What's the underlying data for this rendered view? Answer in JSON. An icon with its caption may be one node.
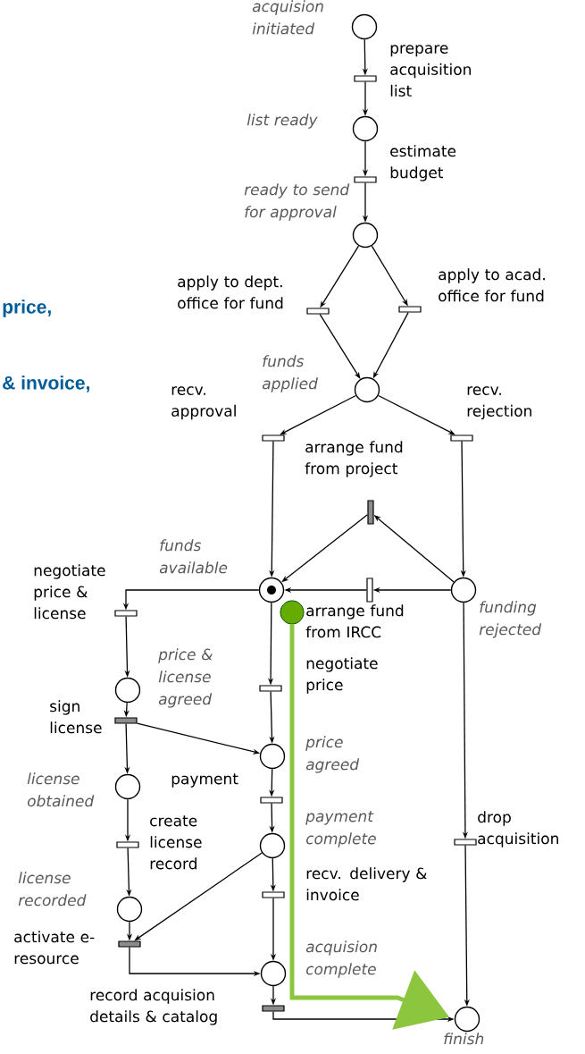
{
  "diagram": {
    "nodes": [
      {
        "text": [],
        "shape": "circle",
        "beside": [
          "acquision initiated"
        ]
      },
      {
        "text": [],
        "shape": "bar",
        "beside": [
          "prepare acquisition list"
        ]
      },
      {
        "text": [],
        "shape": "circle",
        "beside": [
          "list ready"
        ]
      },
      {
        "text": [],
        "shape": "bar",
        "beside": [
          "estimate budget"
        ]
      },
      {
        "text": [],
        "shape": "circle",
        "beside": [
          "ready to send for approval"
        ]
      },
      {
        "text": [],
        "shape": "bar",
        "beside": [
          "apply to dept. office for fund"
        ]
      },
      {
        "text": [],
        "shape": "bar",
        "beside": [
          "apply to acad. office for fund"
        ]
      },
      {
        "text": [],
        "shape": "circle",
        "beside": [
          "funds applied"
        ]
      },
      {
        "text": [],
        "shape": "bar",
        "beside": [
          "recv. approval"
        ]
      },
      {
        "text": [],
        "shape": "bar",
        "beside": [
          "recv. rejection"
        ]
      },
      {
        "text": [],
        "shape": "bar",
        "beside": [
          "arrange fund from project"
        ]
      },
      {
        "text": [],
        "shape": "circle",
        "beside": [
          "funds available"
        ]
      },
      {
        "text": [],
        "shape": "bar",
        "beside": [
          "arrange fund from IRCC"
        ]
      },
      {
        "text": [],
        "shape": "circle",
        "beside": [
          "funding rejected"
        ]
      },
      {
        "text": [],
        "shape": "bar",
        "beside": [
          "negotiate price & license"
        ]
      },
      {
        "text": [],
        "shape": "bar",
        "beside": [
          "negotiate price"
        ]
      },
      {
        "text": [],
        "shape": "circle",
        "beside": [
          "price & license agreed"
        ]
      },
      {
        "text": [],
        "shape": "bar",
        "beside": [
          "sign license"
        ]
      },
      {
        "text": [],
        "shape": "circle",
        "beside": [
          "price agreed"
        ]
      },
      {
        "text": [],
        "shape": "circle",
        "beside": [
          "license obtained"
        ]
      },
      {
        "text": [],
        "shape": "bar",
        "beside": [
          "payment"
        ]
      },
      {
        "text": [],
        "shape": "bar",
        "beside": [
          "create license record"
        ]
      },
      {
        "text": [],
        "shape": "circle",
        "beside": [
          "payment complete"
        ]
      },
      {
        "text": [],
        "shape": "bar",
        "beside": [
          "drop acquisition"
        ]
      },
      {
        "text": [],
        "shape": "bar",
        "beside": [
          "recv. delivery & invoice"
        ]
      },
      {
        "text": [],
        "shape": "circle",
        "beside": [
          "license recorded"
        ]
      },
      {
        "text": [],
        "shape": "bar",
        "beside": [
          "activate e-resource"
        ]
      },
      {
        "text": [],
        "shape": "circle",
        "beside": [
          "acquision complete"
        ]
      },
      {
        "text": [],
        "shape": "bar",
        "beside": [
          "record acquision details & catalog"
        ]
      },
      {
        "text": [],
        "shape": "circle",
        "beside": [
          "finish"
        ]
      },
      {
        "text": [],
        "shape": "circle"
      }
    ],
    "edges": [
      {
        "from": 0,
        "to": 1,
        "arrow": "to"
      },
      {
        "from": 1,
        "to": 2,
        "arrow": "to"
      },
      {
        "from": 2,
        "to": 3,
        "arrow": "to"
      },
      {
        "from": 3,
        "to": 4,
        "arrow": "to"
      },
      {
        "from": 4,
        "to": 5,
        "arrow": "to"
      },
      {
        "from": 4,
        "to": 6,
        "arrow": "to"
      },
      {
        "from": 5,
        "to": 7,
        "arrow": "to"
      },
      {
        "from": 6,
        "to": 7,
        "arrow": "to"
      },
      {
        "from": 7,
        "to": 8,
        "arrow": "to"
      },
      {
        "from": 7,
        "to": 9,
        "arrow": "to"
      },
      {
        "from": 8,
        "to": 11,
        "arrow": "to"
      },
      {
        "from": 9,
        "to": 13,
        "arrow": "to"
      },
      {
        "from": 13,
        "to": 10,
        "arrow": "to"
      },
      {
        "from": 10,
        "to": 11,
        "arrow": "to"
      },
      {
        "from": 13,
        "to": 12,
        "arrow": "to"
      },
      {
        "from": 12,
        "to": 11,
        "arrow": "to"
      },
      {
        "from": 11,
        "to": 14,
        "arrow": "to"
      },
      {
        "from": 11,
        "to": 15,
        "arrow": "to"
      },
      {
        "from": 14,
        "to": 16,
        "arrow": "to"
      },
      {
        "from": 16,
        "to": 17,
        "arrow": "to"
      },
      {
        "from": 17,
        "to": 19,
        "arrow": "to"
      },
      {
        "from": 17,
        "to": 18,
        "arrow": "to"
      },
      {
        "from": 15,
        "to": 18,
        "arrow": "to"
      },
      {
        "from": 18,
        "to": 20,
        "arrow": "to"
      },
      {
        "from": 20,
        "to": 22,
        "arrow": "to"
      },
      {
        "from": 19,
        "to": 21,
        "arrow": "to"
      },
      {
        "from": 21,
        "to": 25,
        "arrow": "to"
      },
      {
        "from": 22,
        "to": 26,
        "arrow": "to"
      },
      {
        "from": 25,
        "to": 26,
        "arrow": "to"
      },
      {
        "from": 22,
        "to": 24,
        "arrow": "to"
      },
      {
        "from": 24,
        "to": 27,
        "arrow": "to"
      },
      {
        "from": 26,
        "to": 27,
        "arrow": "to"
      },
      {
        "from": 27,
        "to": 28,
        "arrow": "to"
      },
      {
        "from": 28,
        "to": 29,
        "arrow": "to"
      },
      {
        "from": 13,
        "to": 23,
        "arrow": "to"
      },
      {
        "from": 23,
        "to": 29,
        "arrow": "to"
      },
      {
        "from": 30,
        "to": 29,
        "arrow": "to",
        "style": "thick",
        "color": "#8cc63f"
      }
    ],
    "labels": [
      "price,",
      "& invoice,"
    ]
  }
}
